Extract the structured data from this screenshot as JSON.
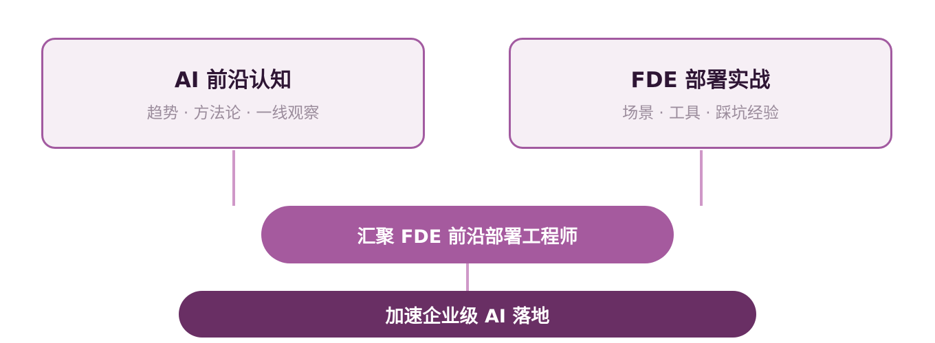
{
  "cards": {
    "left": {
      "title": "AI 前沿认知",
      "subtitle": "趋势 · 方法论 · 一线观察"
    },
    "right": {
      "title": "FDE 部署实战",
      "subtitle": "场景 · 工具 · 踩坑经验"
    }
  },
  "hub": {
    "label": "汇聚 FDE 前沿部署工程师"
  },
  "goal": {
    "label": "加速企业级 AI 落地"
  },
  "colors": {
    "card_border": "#a25aa0",
    "card_fill": "#f6eff5",
    "connector": "#cf98c8",
    "hub_fill": "#a55a9e",
    "goal_fill": "#692f64",
    "title_text": "#2e1534",
    "subtitle_text": "#9b8c9c"
  }
}
